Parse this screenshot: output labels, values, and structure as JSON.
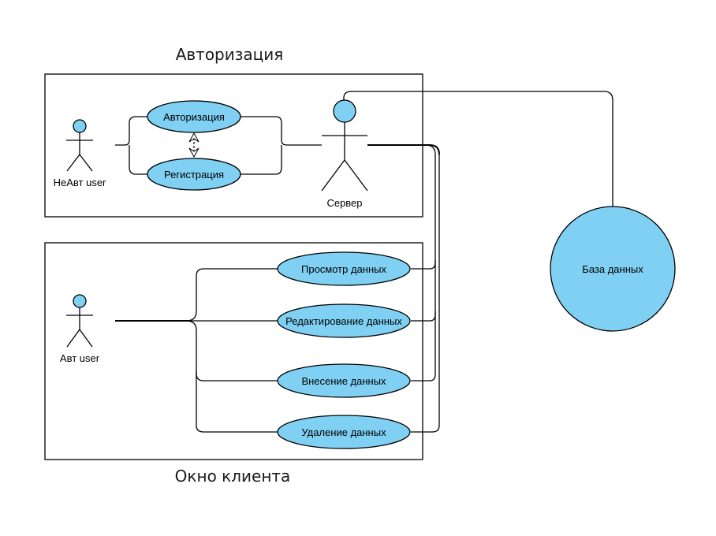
{
  "colors": {
    "fill": "#7fd0f3",
    "stroke": "#000000",
    "background": "#ffffff"
  },
  "groups": {
    "auth_title": "Авторизация",
    "client_title": "Окно клиента"
  },
  "actors": {
    "guest": "НеАвт user",
    "user": "Авт user",
    "server": "Сервер"
  },
  "use_cases": {
    "login": "Авторизация",
    "register": "Регистрация",
    "view": "Просмотр данных",
    "edit": "Редактирование данных",
    "insert": "Внесение данных",
    "delete": "Удаление данных"
  },
  "database": "База данных"
}
